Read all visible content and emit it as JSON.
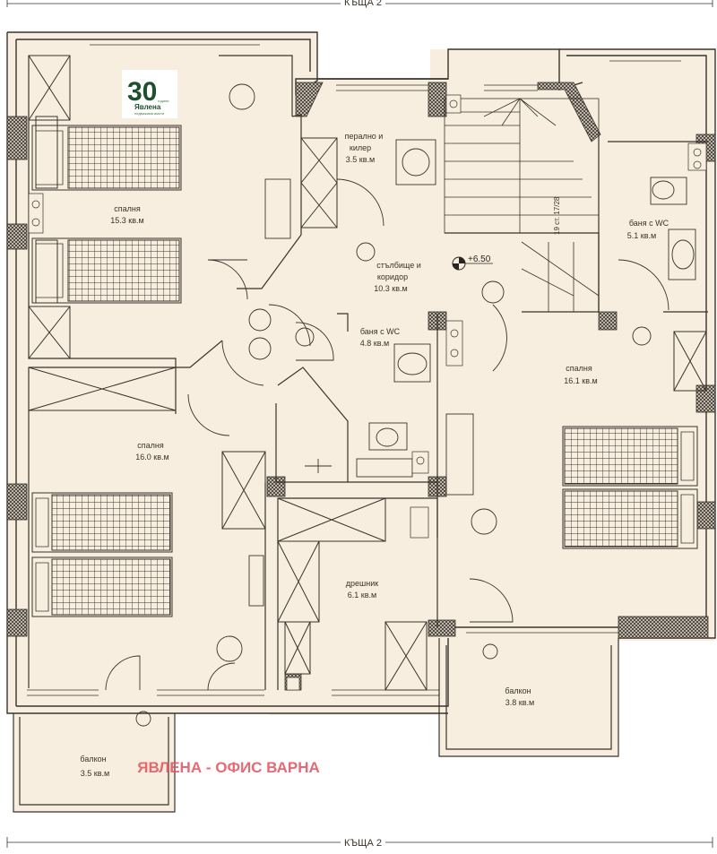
{
  "axis_labels": {
    "top": "КЪЩА 2",
    "bottom": "КЪЩА 2"
  },
  "logo": {
    "number": "30",
    "small_text": "години",
    "brand": "Явлена",
    "tagline": "недвижими имоти"
  },
  "watermark": "ЯВЛЕНА - ОФИС ВАРНА",
  "level_mark": "+6.50",
  "stairs_label": "19 ст. 17/28",
  "rooms": [
    {
      "name": "спалня",
      "area": "15.3 кв.м"
    },
    {
      "name": "перално и",
      "name2": "килер",
      "area": "3.5 кв.м"
    },
    {
      "name": "стълбище и",
      "name2": "коридор",
      "area": "10.3 кв.м"
    },
    {
      "name": "баня с WC",
      "area": "5.1 кв.м"
    },
    {
      "name": "баня с WC",
      "area": "4.8 кв.м"
    },
    {
      "name": "спалня",
      "area": "16.0 кв.м"
    },
    {
      "name": "спалня",
      "area": "16.1 кв.м"
    },
    {
      "name": "дрешник",
      "area": "6.1 кв.м"
    },
    {
      "name": "балкон",
      "area": "3.8 кв.м"
    },
    {
      "name": "балкон",
      "area": "3.5 кв.м"
    }
  ],
  "colors": {
    "floor": "#f7eedf",
    "wall": "#3a332b",
    "hatch": "#4a433b",
    "watermark": "#e0505a",
    "logo_green": "#1f4f2e"
  }
}
